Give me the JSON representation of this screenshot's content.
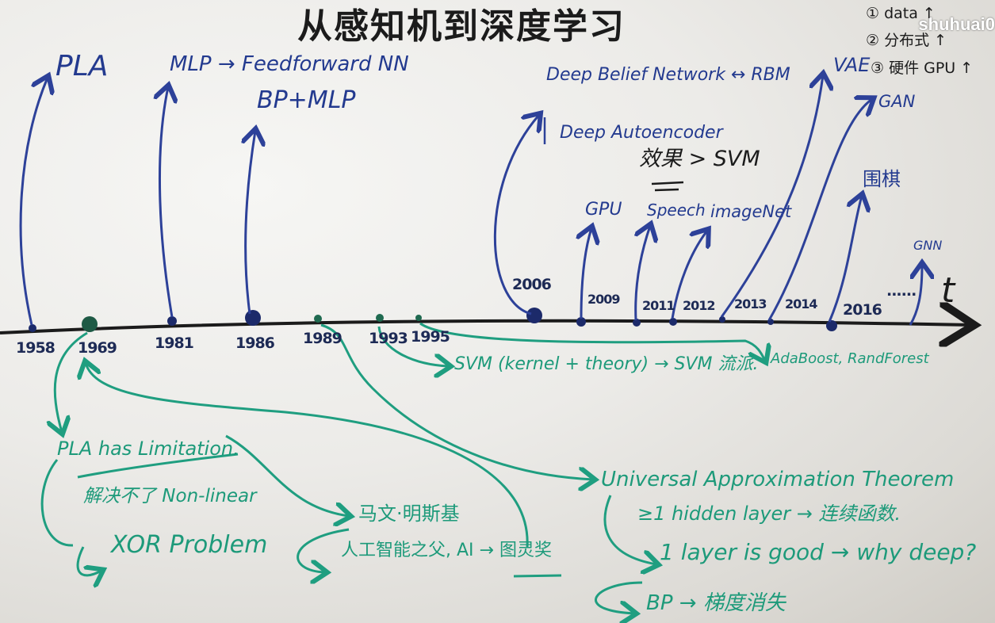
{
  "title": "从感知机到深度学习",
  "watermark": "shuhuai0",
  "top_right_notes": {
    "n1": "① data ↑",
    "n2": "② 分布式 ↑",
    "n3": "③ 硬件 GPU ↑"
  },
  "time_axis_label": "t",
  "years": {
    "y1958": "1958",
    "y1969": "1969",
    "y1981": "1981",
    "y1986": "1986",
    "y1989": "1989",
    "y1993": "1993",
    "y1995": "1995",
    "y2006": "2006",
    "y2009": "2009",
    "y2011": "2011",
    "y2012": "2012",
    "y2013": "2013",
    "y2014": "2014",
    "y2016": "2016",
    "ellipsis": "......"
  },
  "events": {
    "pla": "PLA",
    "mlp": "MLP → Feedforward NN",
    "bp_mlp": "BP+MLP",
    "dbn": "Deep Belief Network ↔ RBM",
    "dae": "Deep Autoencoder",
    "effect": "效果 > SVM",
    "gpu": "GPU",
    "speech": "Speech",
    "imagenet": "imageNet",
    "vae": "VAE",
    "gan": "GAN",
    "go": "围棋",
    "gnn": "GNN"
  },
  "notes": {
    "svm": "SVM (kernel + theory) → SVM 流派.",
    "ada": "AdaBoost, RandForest",
    "pla_limit": "PLA has Limitation.",
    "nonlinear": "解决不了 Non-linear",
    "xor": "XOR Problem",
    "minsky": "马文·明斯基",
    "ai_turing": "人工智能之父, AI → 图灵奖",
    "uat": "Universal Approximation Theorem",
    "hidden": "≥1 hidden layer → 连续函数.",
    "onelayer": "1 layer is good → why deep?",
    "bp_vanish": "BP → 梯度消失"
  }
}
